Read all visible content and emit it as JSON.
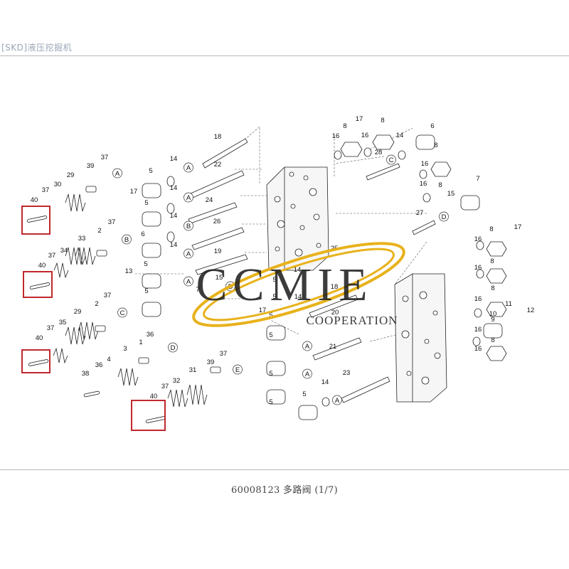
{
  "header": {
    "title": "[SKD]液压挖掘机"
  },
  "caption": {
    "text": "60008123 多路阀 (1/7)"
  },
  "watermark": {
    "main": "CCMIE",
    "sub": "COOPERATION",
    "ring_color": "#e8b21c"
  },
  "highlight_color": "#c0282d",
  "callouts": [
    {
      "n": "40"
    },
    {
      "n": "37"
    },
    {
      "n": "30"
    },
    {
      "n": "29"
    },
    {
      "n": "39"
    },
    {
      "n": "37"
    },
    {
      "n": "A"
    },
    {
      "n": "40"
    },
    {
      "n": "37"
    },
    {
      "n": "34"
    },
    {
      "n": "33"
    },
    {
      "n": "2"
    },
    {
      "n": "37"
    },
    {
      "n": "B"
    },
    {
      "n": "40"
    },
    {
      "n": "37"
    },
    {
      "n": "35"
    },
    {
      "n": "29"
    },
    {
      "n": "2"
    },
    {
      "n": "37"
    },
    {
      "n": "C"
    },
    {
      "n": "36"
    },
    {
      "n": "1"
    },
    {
      "n": "D"
    },
    {
      "n": "38"
    },
    {
      "n": "36"
    },
    {
      "n": "4"
    },
    {
      "n": "3"
    },
    {
      "n": "40"
    },
    {
      "n": "37"
    },
    {
      "n": "32"
    },
    {
      "n": "31"
    },
    {
      "n": "39"
    },
    {
      "n": "37"
    },
    {
      "n": "E"
    },
    {
      "n": "17"
    },
    {
      "n": "5"
    },
    {
      "n": "5"
    },
    {
      "n": "6"
    },
    {
      "n": "5"
    },
    {
      "n": "13"
    },
    {
      "n": "5"
    },
    {
      "n": "14"
    },
    {
      "n": "A"
    },
    {
      "n": "14"
    },
    {
      "n": "A"
    },
    {
      "n": "14"
    },
    {
      "n": "B"
    },
    {
      "n": "14"
    },
    {
      "n": "A"
    },
    {
      "n": "A"
    },
    {
      "n": "18"
    },
    {
      "n": "22"
    },
    {
      "n": "24"
    },
    {
      "n": "26"
    },
    {
      "n": "19"
    },
    {
      "n": "7"
    },
    {
      "n": "15"
    },
    {
      "n": "D"
    },
    {
      "n": "25"
    },
    {
      "n": "14"
    },
    {
      "n": "18"
    },
    {
      "n": "14"
    },
    {
      "n": "20"
    },
    {
      "n": "17"
    },
    {
      "n": "5"
    },
    {
      "n": "A"
    },
    {
      "n": "21"
    },
    {
      "n": "5"
    },
    {
      "n": "A"
    },
    {
      "n": "5"
    },
    {
      "n": "14"
    },
    {
      "n": "23"
    },
    {
      "n": "A"
    },
    {
      "n": "5"
    },
    {
      "n": "5"
    },
    {
      "n": "5"
    },
    {
      "n": "5"
    },
    {
      "n": "16"
    },
    {
      "n": "8"
    },
    {
      "n": "17"
    },
    {
      "n": "16"
    },
    {
      "n": "8"
    },
    {
      "n": "28"
    },
    {
      "n": "C"
    },
    {
      "n": "14"
    },
    {
      "n": "6"
    },
    {
      "n": "8"
    },
    {
      "n": "16"
    },
    {
      "n": "16"
    },
    {
      "n": "8"
    },
    {
      "n": "7"
    },
    {
      "n": "15"
    },
    {
      "n": "27"
    },
    {
      "n": "D"
    },
    {
      "n": "8"
    },
    {
      "n": "17"
    },
    {
      "n": "16"
    },
    {
      "n": "16"
    },
    {
      "n": "8"
    },
    {
      "n": "12"
    },
    {
      "n": "16"
    },
    {
      "n": "8"
    },
    {
      "n": "11"
    },
    {
      "n": "10"
    },
    {
      "n": "16"
    },
    {
      "n": "9"
    },
    {
      "n": "16"
    },
    {
      "n": "8"
    }
  ]
}
